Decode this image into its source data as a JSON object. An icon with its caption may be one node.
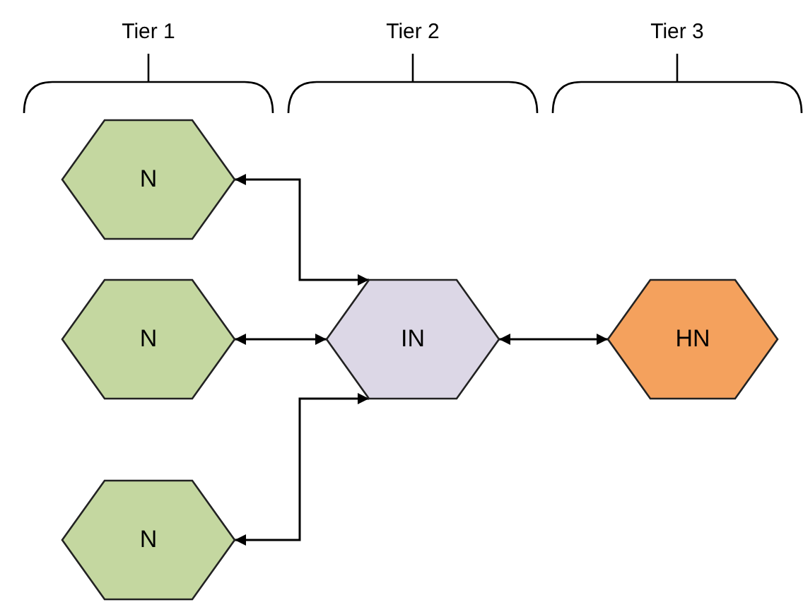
{
  "diagram": {
    "nodes": [
      {
        "text": [
          "N"
        ]
      },
      {
        "text": [
          "N"
        ]
      },
      {
        "text": [
          "N"
        ]
      },
      {
        "text": [
          "IN"
        ]
      },
      {
        "text": [
          "HN"
        ]
      }
    ],
    "edges": [
      {
        "from": 0,
        "to": 3,
        "arrow": "both"
      },
      {
        "from": 1,
        "to": 3,
        "arrow": "both"
      },
      {
        "from": 2,
        "to": 3,
        "arrow": "both"
      },
      {
        "from": 3,
        "to": 4,
        "arrow": "both"
      }
    ],
    "labels": [
      "Tier 1",
      "Tier 2",
      "Tier 3"
    ]
  }
}
